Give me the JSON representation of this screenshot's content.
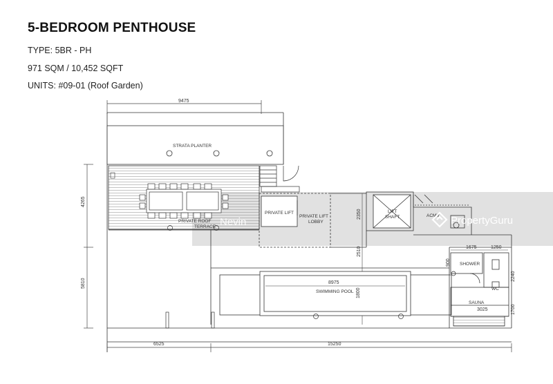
{
  "header": {
    "title": "5-BEDROOM PENTHOUSE",
    "type_line": "TYPE: 5BR - PH",
    "size_line": "971 SQM / 10,452 SQFT",
    "units_line": "UNITS: #09-01 (Roof Garden)"
  },
  "plan": {
    "rooms": {
      "strata_planter": "STRATA PLANTER",
      "roof_terrace_1": "PRIVATE ROOF",
      "roof_terrace_2": "TERRACE",
      "private_lift": "PRIVATE LIFT",
      "lift_lobby_1": "PRIVATE LIFT",
      "lift_lobby_2": "LOBBY",
      "lift_shaft_1": "LIFT",
      "lift_shaft_2": "SHAFT",
      "acmv": "ACMV",
      "shower": "SHOWER",
      "wc": "WC",
      "swimming_pool": "SWIMMING POOL",
      "sauna": "SAUNA"
    },
    "dimensions": {
      "top_width": "9475",
      "left_upper": "4265",
      "left_lower": "5810",
      "bottom_left": "6525",
      "bottom_right": "15250",
      "lobby_height": "2350",
      "corridor_height": "2510",
      "pool_length": "8975",
      "pool_width": "1800",
      "shower_width": "1675",
      "wc_width": "1250",
      "shower_height": "900",
      "wc_height": "2240",
      "sauna_width": "3025",
      "sauna_height": "1700"
    },
    "watermarks": {
      "agent": "Nevin",
      "portal": "PropertyGuru"
    }
  }
}
